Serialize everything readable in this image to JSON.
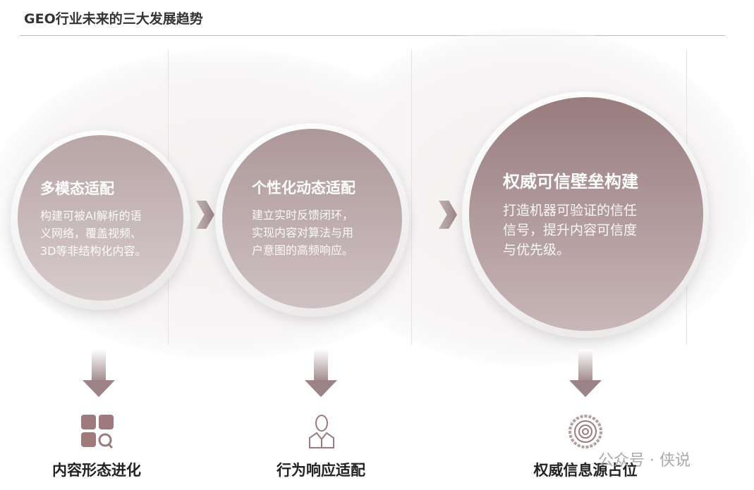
{
  "title": "GEO行业未来的三大发展趋势",
  "trends": [
    {
      "heading": "多模态适配",
      "body": [
        "构建可被AI解析的语",
        "义网络，覆盖视频、",
        "3D等非结构化内容。"
      ],
      "outcome": "内容形态进化",
      "icon": "grid-search-icon"
    },
    {
      "heading": "个性化动态适配",
      "body": [
        "建立实时反馈闭环，",
        "实现内容对算法与用",
        "户意图的高频响应。"
      ],
      "outcome": "行为响应适配",
      "icon": "user-headset-icon"
    },
    {
      "heading": "权威可信壁垒构建",
      "body": [
        "打造机器可验证的信任",
        "信号，提升内容可信度",
        "与优先级。"
      ],
      "outcome": "权威信息源占位",
      "icon": "seal-target-icon"
    }
  ],
  "watermark": "公众号 · 侠说",
  "colors": {
    "accent": "#9c8486",
    "icon": "#9e7a7c"
  }
}
